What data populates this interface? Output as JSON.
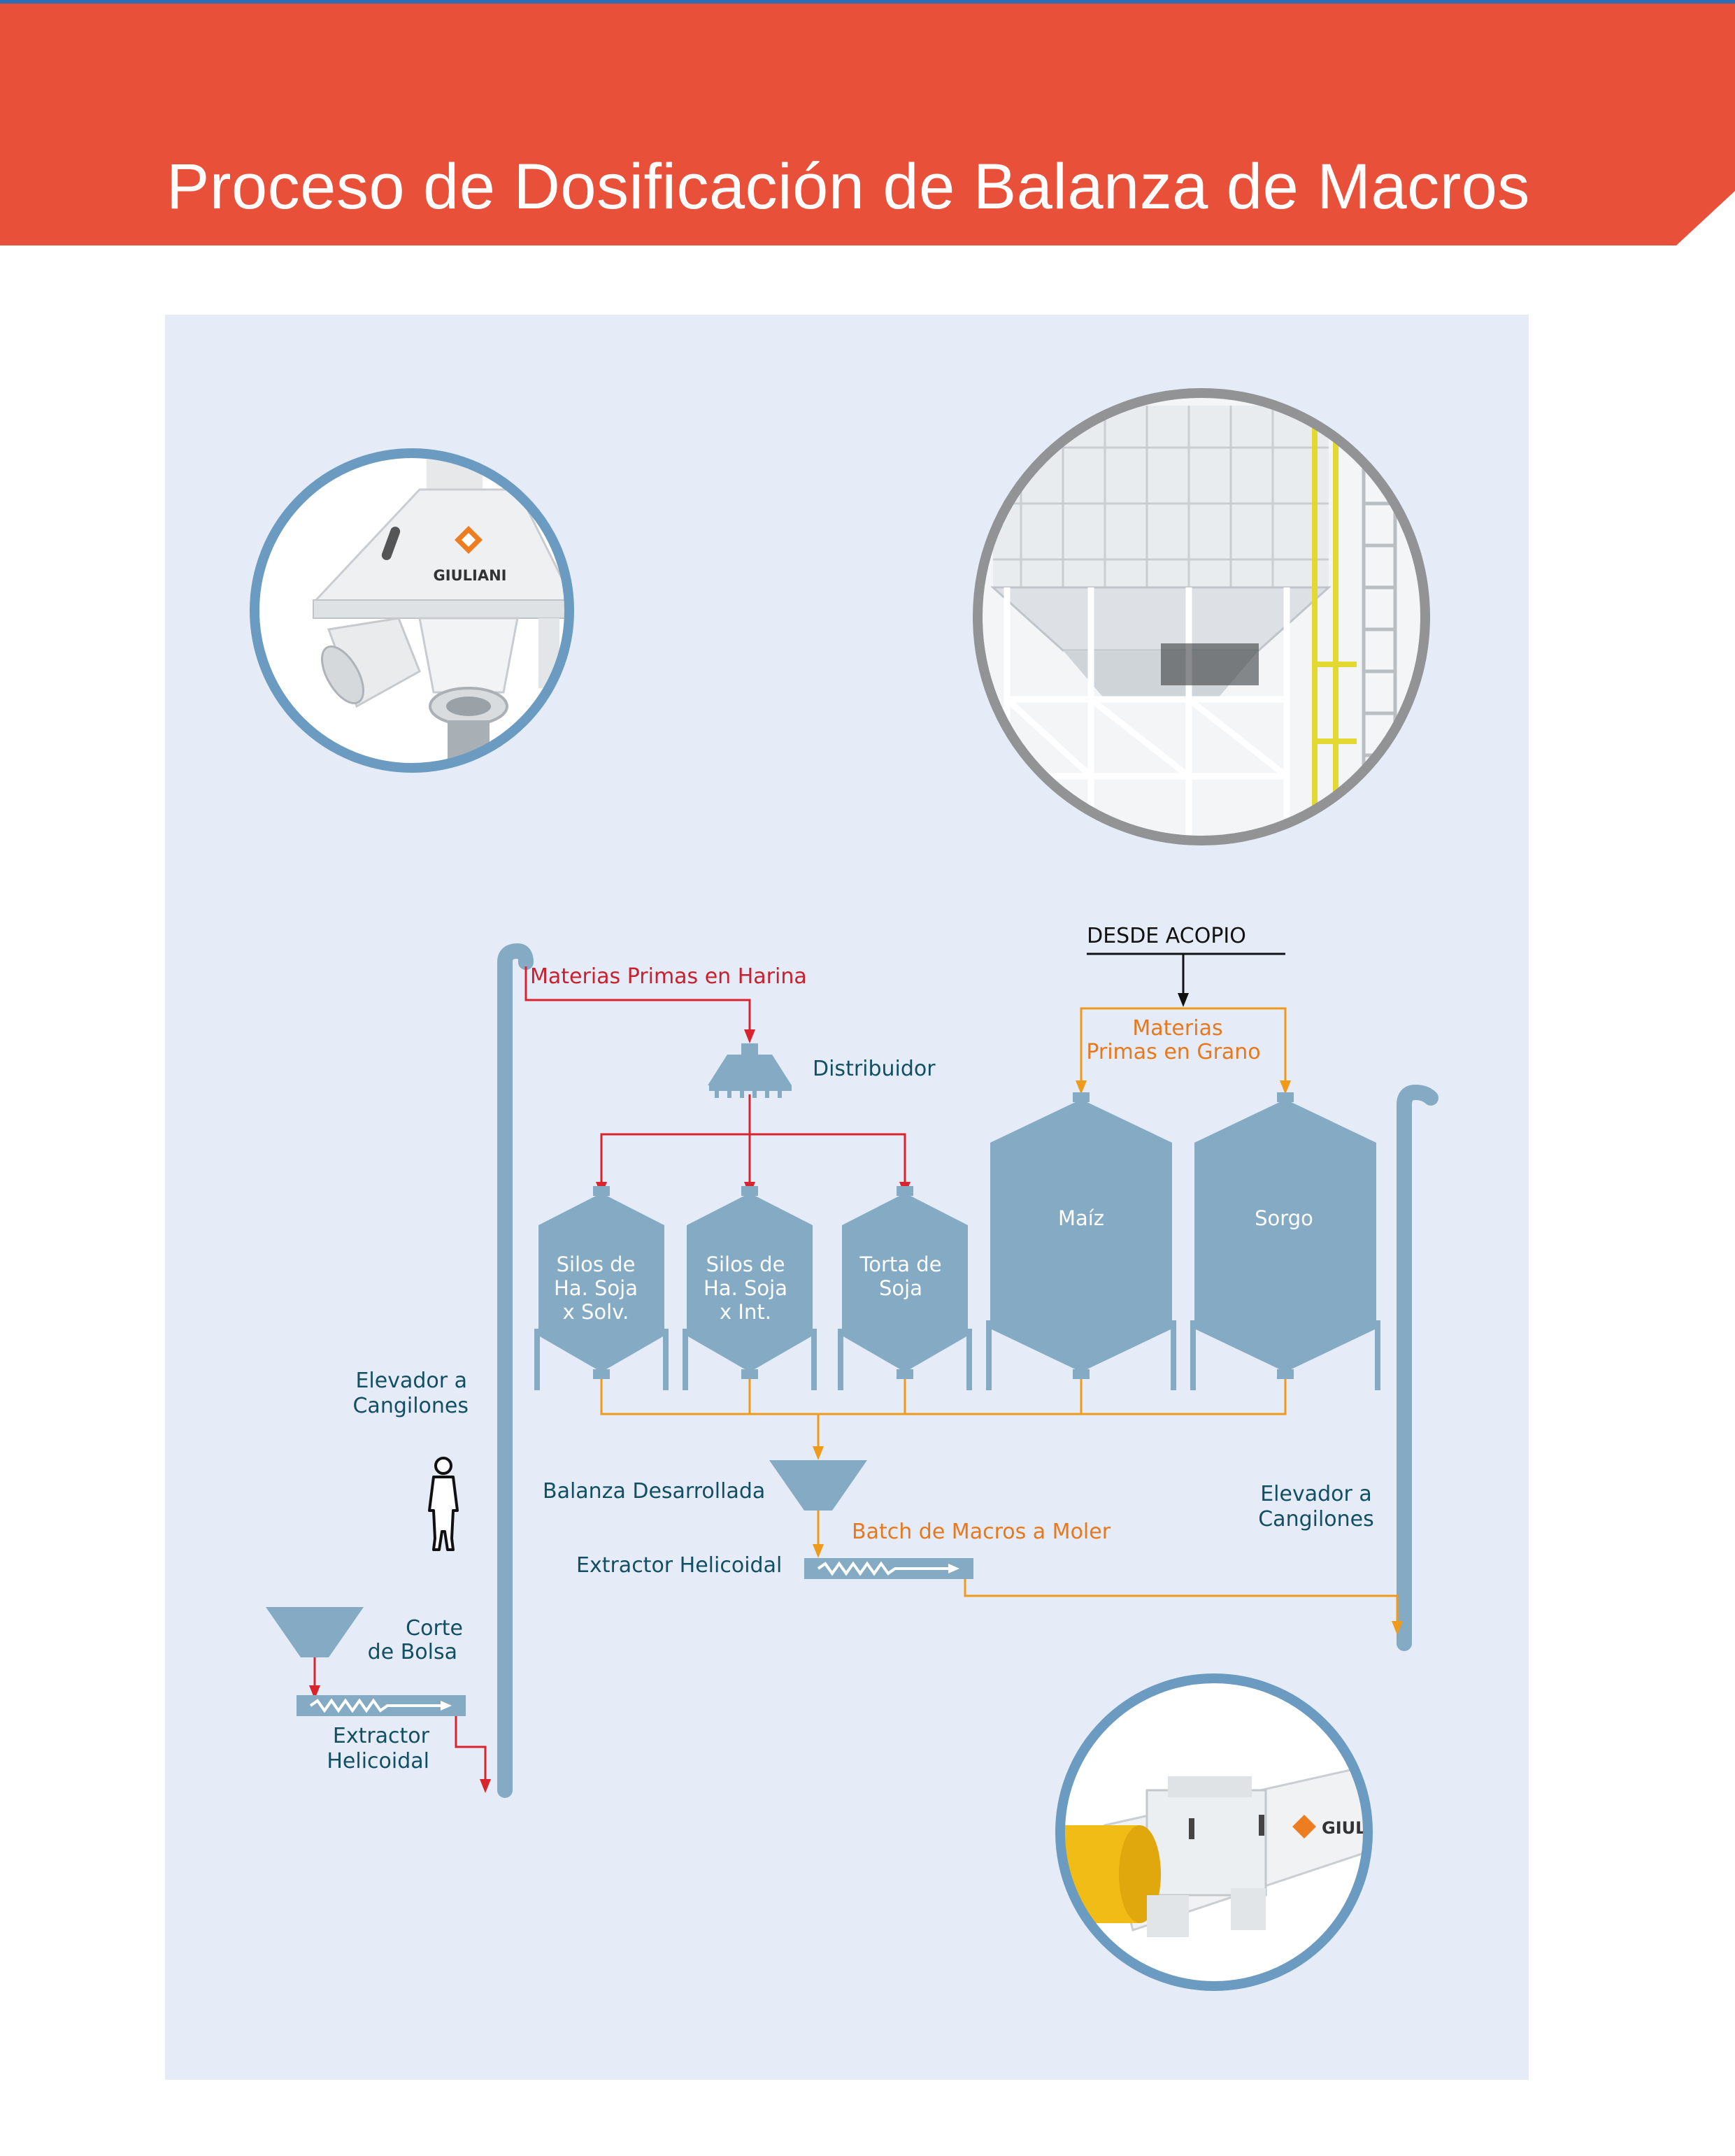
{
  "page": {
    "title": "Proceso de Dosificación de Balanza de Macros",
    "banner_color": "#e9503a",
    "panel_color": "#e5ecf7"
  },
  "colors": {
    "equipment": "#84abc3",
    "red_flow": "#d9232d",
    "orange_flow": "#f09a1c",
    "dark_text": "#134f63",
    "red_text": "#c8202e",
    "orange_text": "#e8781c",
    "black_flow": "#111111"
  },
  "labels": {
    "materias_harina": "Materias Primas en Harina",
    "distribuidor": "Distribuidor",
    "desde_acopio": "DESDE ACOPIO",
    "materias_grano_1": "Materias",
    "materias_grano_2": "Primas en Grano",
    "elevador_left_1": "Elevador a",
    "elevador_left_2": "Cangilones",
    "elevador_right_1": "Elevador a",
    "elevador_right_2": "Cangilones",
    "balanza": "Balanza Desarrollada",
    "batch": "Batch de Macros a Moler",
    "extractor_center": "Extractor Helicoidal",
    "corte_1": "Corte",
    "corte_2": "de Bolsa",
    "extractor_left_1": "Extractor",
    "extractor_left_2": "Helicoidal"
  },
  "silos": [
    {
      "line1": "Silos de",
      "line2": "Ha. Soja",
      "line3": "x Solv."
    },
    {
      "line1": "Silos de",
      "line2": "Ha. Soja",
      "line3": "x Int."
    },
    {
      "line1": "Torta de",
      "line2": "Soja",
      "line3": ""
    },
    {
      "line1": "Maíz",
      "line2": "",
      "line3": ""
    },
    {
      "line1": "Sorgo",
      "line2": "",
      "line3": ""
    }
  ],
  "photos": {
    "hopper_logo": "GIULIANI",
    "conveyor_logo": "GIULIAI",
    "hopper_icon": "giuliani-hopper-photo",
    "silo_icon": "silo-structure-photo",
    "conveyor_icon": "screw-conveyor-photo"
  }
}
